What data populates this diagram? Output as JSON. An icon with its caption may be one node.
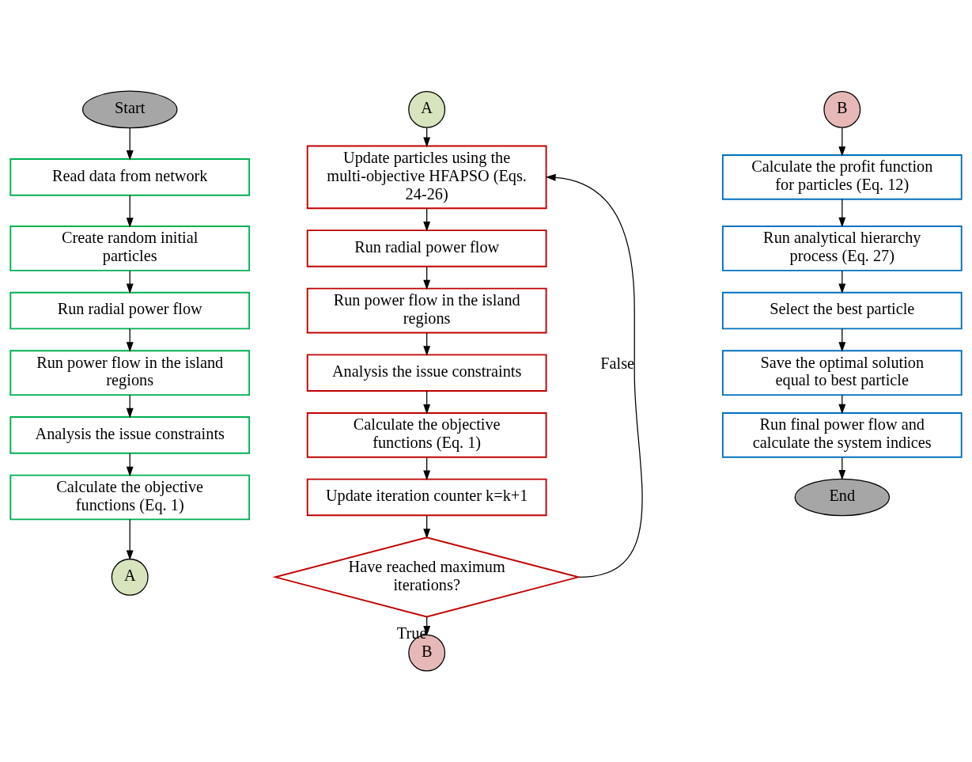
{
  "diagram": {
    "nodes": [
      {
        "text": [
          "Start"
        ]
      },
      {
        "text": [
          "Read data from network"
        ]
      },
      {
        "text": [
          "Create random initial particles"
        ]
      },
      {
        "text": [
          "Run radial power flow"
        ]
      },
      {
        "text": [
          "Run power flow in the island regions"
        ]
      },
      {
        "text": [
          "Analysis the issue constraints"
        ]
      },
      {
        "text": [
          "Calculate the objective functions (Eq. 1)"
        ]
      },
      {
        "text": [
          "A"
        ]
      },
      {
        "text": [
          "A"
        ]
      },
      {
        "text": [
          "Update particles using the multi-objective HFAPSO (Eqs. 24-26)"
        ]
      },
      {
        "text": [
          "Run radial power flow"
        ]
      },
      {
        "text": [
          "Run power flow in the island regions"
        ]
      },
      {
        "text": [
          "Analysis the issue constraints"
        ]
      },
      {
        "text": [
          "Calculate the objective functions (Eq. 1)"
        ]
      },
      {
        "text": [
          "Update iteration counter k=k+1"
        ]
      },
      {
        "text": [
          "Have reached maximum iterations?"
        ]
      },
      {
        "text": [
          "B"
        ]
      },
      {
        "text": [
          "B"
        ]
      },
      {
        "text": [
          "Calculate the profit function for particles (Eq. 12)"
        ]
      },
      {
        "text": [
          "Run analytical hierarchy process (Eq. 27)"
        ]
      },
      {
        "text": [
          "Select the best particle"
        ]
      },
      {
        "text": [
          "Save the optimal solution equal to best particle"
        ]
      },
      {
        "text": [
          "Run final power flow and calculate the system indices"
        ]
      },
      {
        "text": [
          "End"
        ]
      }
    ],
    "edges": [
      {
        "from": 0,
        "to": 1,
        "arrow": "to"
      },
      {
        "from": 1,
        "to": 2,
        "arrow": "to"
      },
      {
        "from": 2,
        "to": 3,
        "arrow": "to"
      },
      {
        "from": 3,
        "to": 4,
        "arrow": "to"
      },
      {
        "from": 4,
        "to": 5,
        "arrow": "to"
      },
      {
        "from": 5,
        "to": 6,
        "arrow": "to"
      },
      {
        "from": 6,
        "to": 7,
        "arrow": "to"
      },
      {
        "from": 8,
        "to": 9,
        "arrow": "to"
      },
      {
        "from": 9,
        "to": 10,
        "arrow": "to"
      },
      {
        "from": 10,
        "to": 11,
        "arrow": "to"
      },
      {
        "from": 11,
        "to": 12,
        "arrow": "to"
      },
      {
        "from": 12,
        "to": 13,
        "arrow": "to"
      },
      {
        "from": 13,
        "to": 14,
        "arrow": "to"
      },
      {
        "from": 14,
        "to": 15,
        "arrow": "to"
      },
      {
        "from": 15,
        "to": 9,
        "arrow": "to",
        "label": "False"
      },
      {
        "from": 15,
        "to": 16,
        "arrow": "to",
        "label": "True"
      },
      {
        "from": 17,
        "to": 18,
        "arrow": "to"
      },
      {
        "from": 18,
        "to": 19,
        "arrow": "to"
      },
      {
        "from": 19,
        "to": 20,
        "arrow": "to"
      },
      {
        "from": 20,
        "to": 21,
        "arrow": "to"
      },
      {
        "from": 21,
        "to": 22,
        "arrow": "to"
      },
      {
        "from": 22,
        "to": 23,
        "arrow": "to"
      }
    ]
  }
}
